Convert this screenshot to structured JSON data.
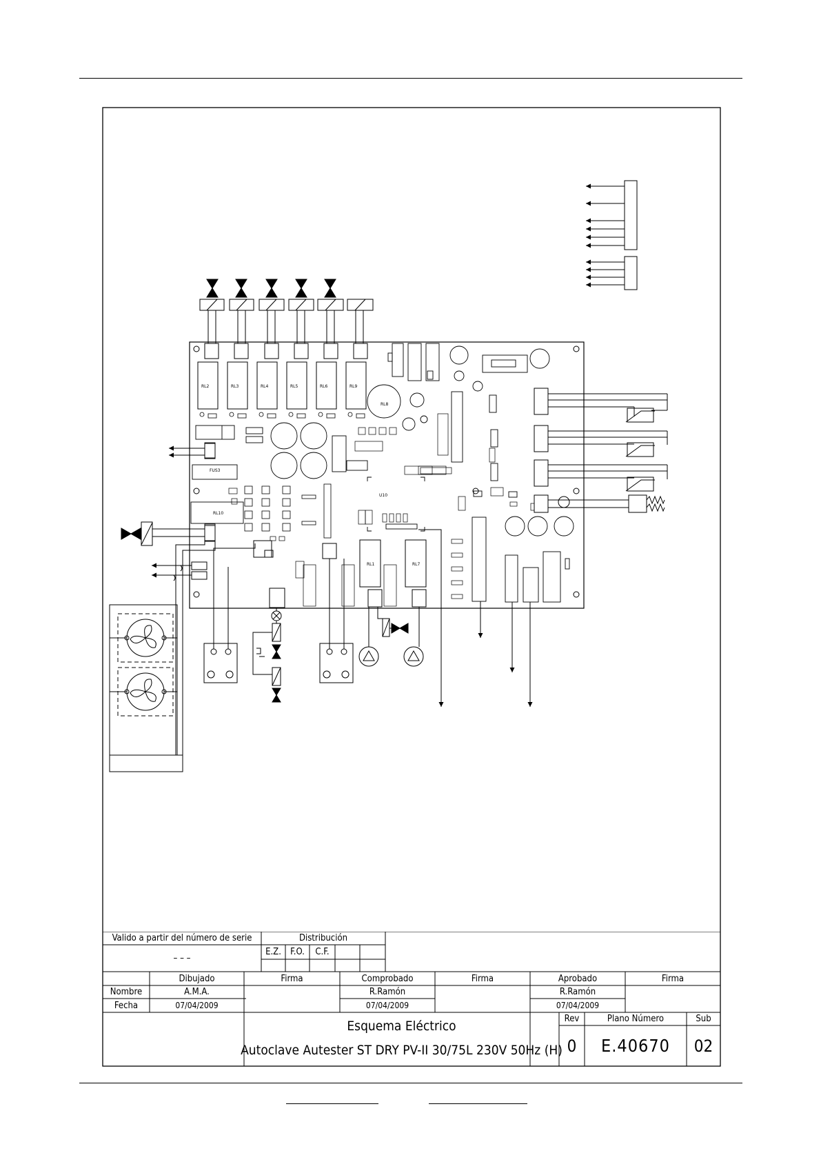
{
  "title_block": {
    "valid_from_label": "Valido a partir del número de serie",
    "serial_value": "– – –",
    "distribution_label": "Distribución",
    "dist_cols": [
      "E.Z.",
      "F.O.",
      "C.F."
    ],
    "drawn_label": "Dibujado",
    "signature_label": "Firma",
    "checked_label": "Comprobado",
    "approved_label": "Aprobado",
    "name_label": "Nombre",
    "date_label": "Fecha",
    "drawn_name": "A.M.A.",
    "drawn_date": "07/04/2009",
    "checked_name": "R.Ramón",
    "checked_date": "07/04/2009",
    "approved_name": "R.Ramón",
    "approved_date": "07/04/2009",
    "title": "Esquema Eléctrico",
    "subtitle": "Autoclave Autester ST DRY PV-II 30/75L  230V 50Hz (H)",
    "rev_label": "Rev",
    "rev_value": "0",
    "plan_label": "Plano Número",
    "plan_value": "E.40670",
    "sub_label": "Sub",
    "sub_value": "02"
  },
  "board_labels": {
    "relays_top": [
      "RL2",
      "RL3",
      "RL4",
      "RL5",
      "RL6",
      "RL9"
    ],
    "relay_left": "RL10",
    "relay_center": "RL8",
    "relays_bottom": [
      "RL1",
      "RL7"
    ],
    "fuse_left": "FUS3",
    "ic_main": "U10"
  }
}
